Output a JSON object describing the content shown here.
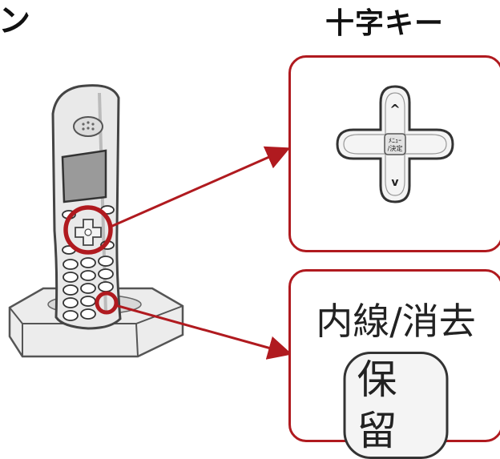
{
  "heading_left": "ン",
  "heading_right": "十字キー",
  "cross_key": {
    "up_symbol": "^",
    "down_symbol": "v",
    "center_line1": "ﾒﾆｭｰ",
    "center_line2": "/決定"
  },
  "hold_key": {
    "label": "内線/消去",
    "button": "保留"
  },
  "colors": {
    "accent": "#b01a1f"
  }
}
